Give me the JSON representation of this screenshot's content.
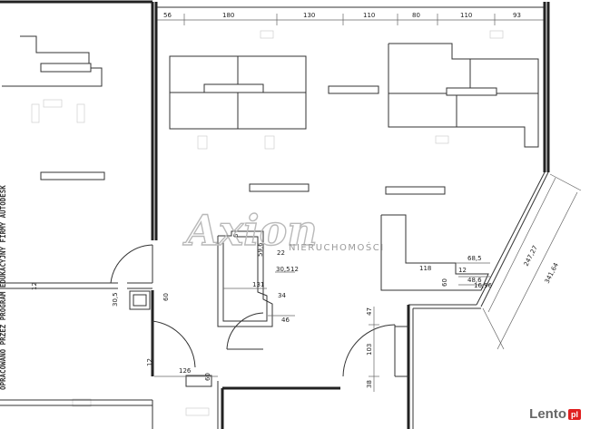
{
  "watermark": {
    "brand": "Axion",
    "subtitle": "NIERUCHOMOŚCI"
  },
  "vertical_note": "OPRACOWANO PRZEZ PROGRAM EDUKACYJNY FIRMY AUTODESK",
  "footer_brand": {
    "name": "Lento",
    "tld": "pl"
  },
  "dimensions": {
    "top_chain": [
      "56",
      "180",
      "130",
      "110",
      "80",
      "110",
      "93"
    ],
    "shaft": [
      "6",
      "59,6",
      "22",
      "30,5",
      "12",
      "131",
      "34",
      "46"
    ],
    "left_wall": [
      "12",
      "30,5",
      "60"
    ],
    "bottom_left": [
      "12",
      "126",
      "60"
    ],
    "right_block": [
      "68,5",
      "118",
      "12",
      "48,6",
      "16,96",
      "60"
    ],
    "right_door": [
      "47",
      "103",
      "38"
    ],
    "diagonal": [
      "247,27",
      "341,64"
    ]
  }
}
